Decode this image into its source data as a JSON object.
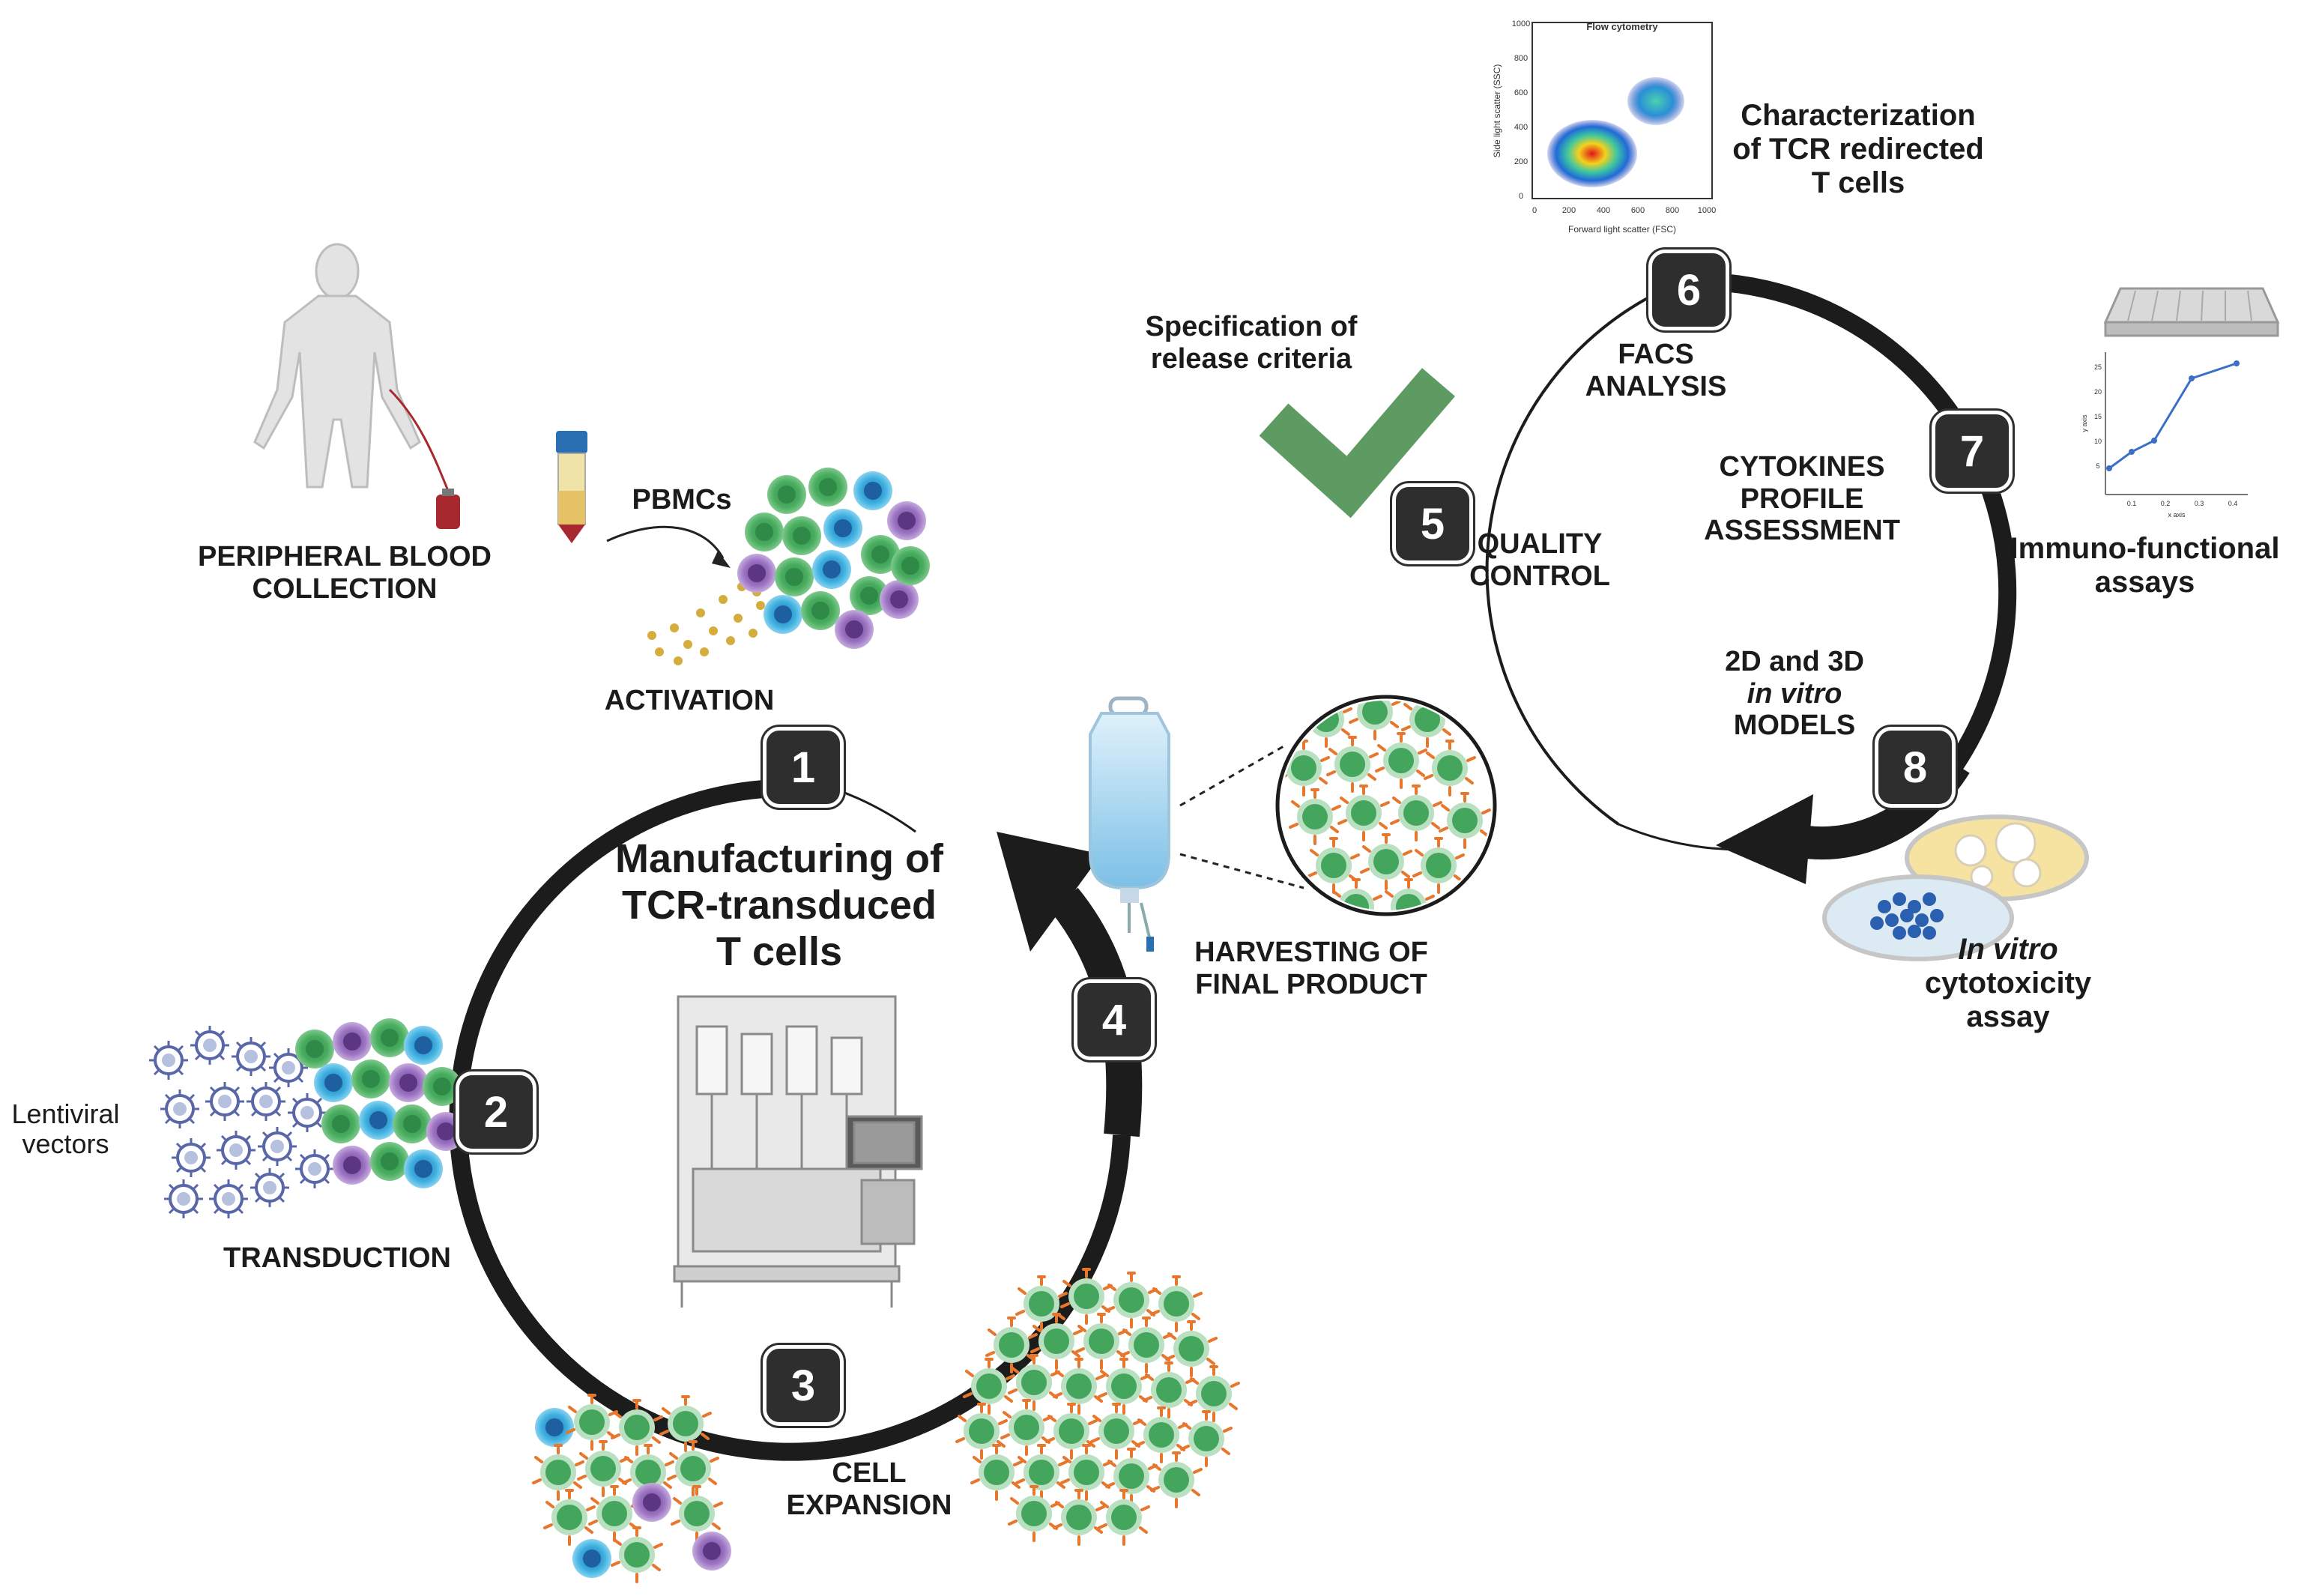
{
  "title": {
    "line1": "Manufacturing of",
    "line2": "TCR-transduced",
    "line3": "T cells"
  },
  "steps": [
    "1",
    "2",
    "3",
    "4",
    "5",
    "6",
    "7",
    "8"
  ],
  "labels": {
    "peripheral_blood": [
      "PERIPHERAL BLOOD",
      "COLLECTION"
    ],
    "pbmcs": "PBMCs",
    "activation": "ACTIVATION",
    "lentiviral": [
      "Lentiviral",
      "vectors"
    ],
    "transduction": "TRANSDUCTION",
    "cell_expansion": [
      "CELL",
      "EXPANSION"
    ],
    "harvesting": [
      "HARVESTING OF",
      "FINAL PRODUCT"
    ],
    "quality_control": [
      "QUALITY",
      "CONTROL"
    ],
    "release_criteria": [
      "Specification of",
      "release criteria"
    ],
    "facs": [
      "FACS",
      "ANALYSIS"
    ],
    "characterization": [
      "Characterization",
      "of TCR redirected",
      "T cells"
    ],
    "cytokines": [
      "CYTOKINES",
      "PROFILE",
      "ASSESSMENT"
    ],
    "immuno": [
      "Immuno-functional",
      "assays"
    ],
    "models": {
      "line1": "2D and 3D",
      "line2": "in vitro",
      "line3": "MODELS"
    },
    "cytotoxicity": {
      "line1": "In vitro",
      "line2": "cytotoxicity",
      "line3": "assay"
    }
  },
  "flow_plot": {
    "title": "Flow cytometry",
    "xlabel": "Forward light scatter (FSC)",
    "ylabel": "Side light scatter (SSC)",
    "xticks": [
      "0",
      "200",
      "400",
      "600",
      "800",
      "1000"
    ],
    "yticks": [
      "0",
      "200",
      "400",
      "600",
      "800",
      "1000"
    ]
  },
  "line_plot": {
    "xlabel": "x axis",
    "ylabel": "y axis",
    "xticks": [
      "0.1",
      "0.2",
      "0.3",
      "0.4"
    ],
    "yticks": [
      "5",
      "10",
      "15",
      "20",
      "25"
    ]
  },
  "colors": {
    "arrow": "#1c1c1c",
    "step_box": "#2e2e2e",
    "cell_green": "#3f9f58",
    "cell_blue": "#2aa7d8",
    "cell_purple": "#8b5fb0",
    "receptor_orange": "#e8772e",
    "check_green": "#5e9b63",
    "virus_blue": "#5966a8",
    "blood_red": "#a7282e"
  }
}
